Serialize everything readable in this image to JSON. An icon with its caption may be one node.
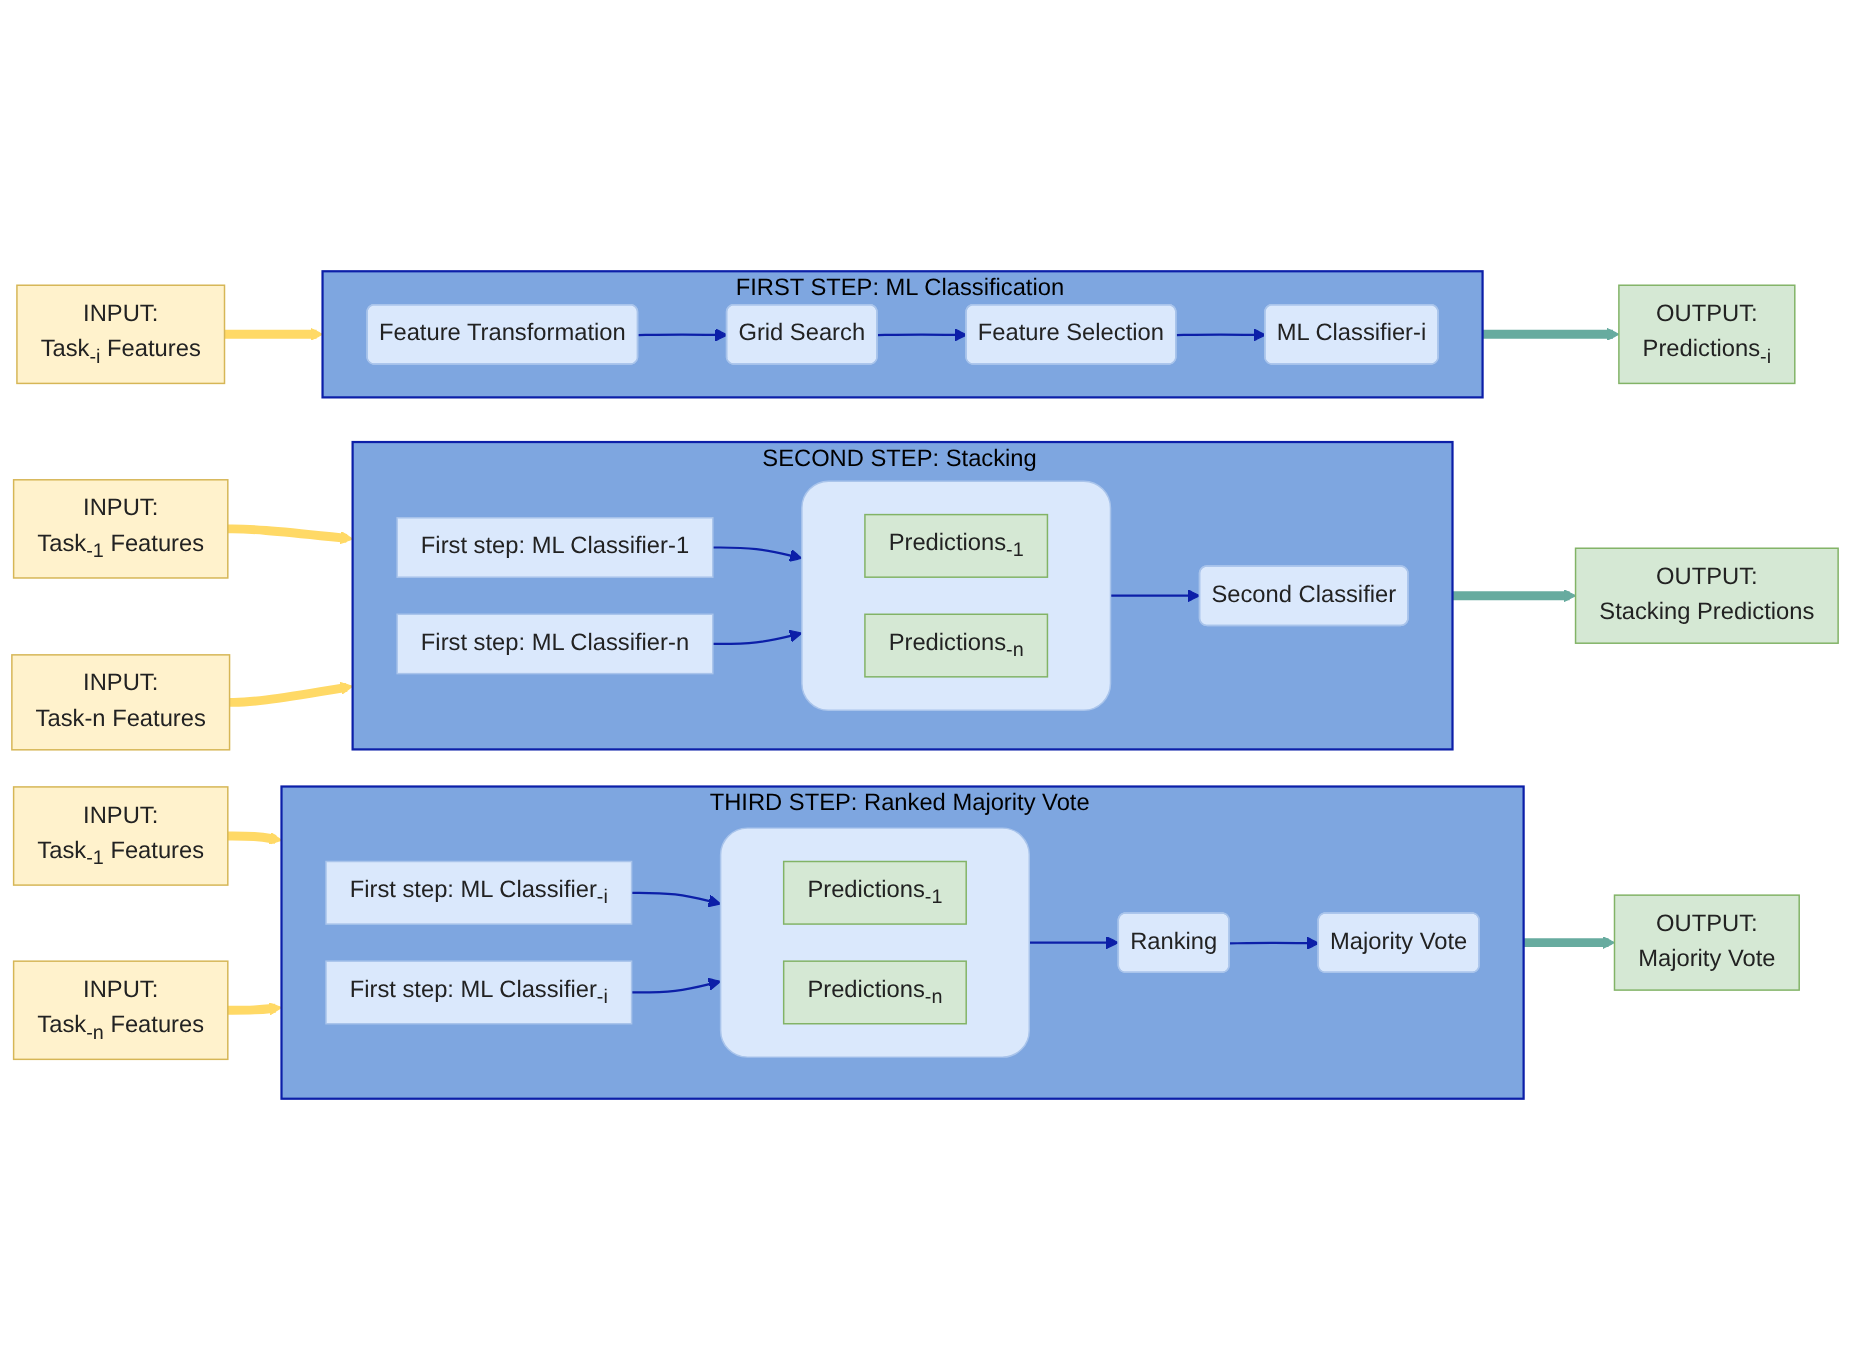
{
  "diagram": {
    "nodes": [
      {
        "text": [
          "INPUT:",
          "Task$_{-i}$ Features"
        ]
      },
      {
        "text": [
          "FIRST STEP: ML Classification"
        ]
      },
      {
        "text": [
          "Feature Transformation"
        ],
        "in": 1
      },
      {
        "text": [
          "Grid Search"
        ],
        "in": 1
      },
      {
        "text": [
          "Feature Selection"
        ],
        "in": 1
      },
      {
        "text": [
          "ML Classifier-i"
        ],
        "in": 1
      },
      {
        "text": [
          "OUTPUT:",
          "Predictions$_{-i}$"
        ]
      },
      {
        "text": [
          "SECOND STEP: Stacking"
        ]
      },
      {
        "text": [
          "INPUT:",
          "Task$_{-1}$ Features"
        ]
      },
      {
        "text": [
          "First step: ML Classifier-1"
        ],
        "in": 7
      },
      {
        "text": [],
        "shape": "box",
        "in": 7
      },
      {
        "text": [
          "Predictions$_{-1}$"
        ],
        "in": 10
      },
      {
        "text": [
          "Predictions$_{-n}$"
        ],
        "in": 10
      },
      {
        "text": [
          "Second Classifier"
        ],
        "in": 7
      },
      {
        "text": [
          "OUTPUT:",
          "Stacking Predictions"
        ]
      },
      {
        "text": [
          "INPUT:",
          "Task-n Features"
        ]
      },
      {
        "text": [
          "First step: ML Classifier-n"
        ],
        "in": 7
      },
      {
        "text": [
          "THIRD STEP: Ranked Majority Vote"
        ]
      },
      {
        "text": [
          "INPUT:",
          "Task$_{-1}$ Features"
        ]
      },
      {
        "text": [
          "First step: ML Classifier$_{-i}$"
        ],
        "in": 17
      },
      {
        "text": [],
        "shape": "box",
        "in": 17
      },
      {
        "text": [
          "Predictions$_{-1}$"
        ],
        "in": 20
      },
      {
        "text": [
          "Predictions$_{-n}$"
        ],
        "in": 20
      },
      {
        "text": [
          "Ranking"
        ],
        "in": 17
      },
      {
        "text": [
          "Majority Vote"
        ],
        "in": 17
      },
      {
        "text": [
          "OUTPUT:",
          "Majority Vote"
        ]
      },
      {
        "text": [
          "INPUT:",
          "Task$_{-n}$ Features"
        ]
      },
      {
        "text": [
          "First step: ML Classifier$_{-i}$"
        ],
        "in": 17
      }
    ],
    "edges": [
      {
        "from": 0,
        "to": 1,
        "arrow": "to",
        "style": "thick",
        "color": "#ffd966"
      },
      {
        "from": 2,
        "to": 3,
        "arrow": "to"
      },
      {
        "from": 3,
        "to": 4,
        "arrow": "to"
      },
      {
        "from": 4,
        "to": 5,
        "arrow": "to"
      },
      {
        "from": 1,
        "to": 6,
        "arrow": "to",
        "style": "thick",
        "color": "#67ab9f"
      },
      {
        "from": 8,
        "to": 7,
        "arrow": "to",
        "style": "thick",
        "color": "#ffd966"
      },
      {
        "from": 9,
        "to": 10,
        "arrow": "to"
      },
      {
        "from": 16,
        "to": 10,
        "arrow": "to"
      },
      {
        "from": 10,
        "to": 13,
        "arrow": "to"
      },
      {
        "from": 7,
        "to": 14,
        "arrow": "to",
        "style": "thick",
        "color": "#67ab9f"
      },
      {
        "from": 15,
        "to": 7,
        "arrow": "to",
        "style": "thick",
        "color": "#ffd966"
      },
      {
        "from": 18,
        "to": 17,
        "arrow": "to",
        "style": "thick",
        "color": "#ffd966"
      },
      {
        "from": 19,
        "to": 20,
        "arrow": "to"
      },
      {
        "from": 27,
        "to": 20,
        "arrow": "to"
      },
      {
        "from": 20,
        "to": 23,
        "arrow": "to"
      },
      {
        "from": 23,
        "to": 24,
        "arrow": "to"
      },
      {
        "from": 17,
        "to": 25,
        "arrow": "to",
        "style": "thick",
        "color": "#67ab9f"
      },
      {
        "from": 26,
        "to": 17,
        "arrow": "to",
        "style": "thick",
        "color": "#ffd966"
      }
    ]
  }
}
